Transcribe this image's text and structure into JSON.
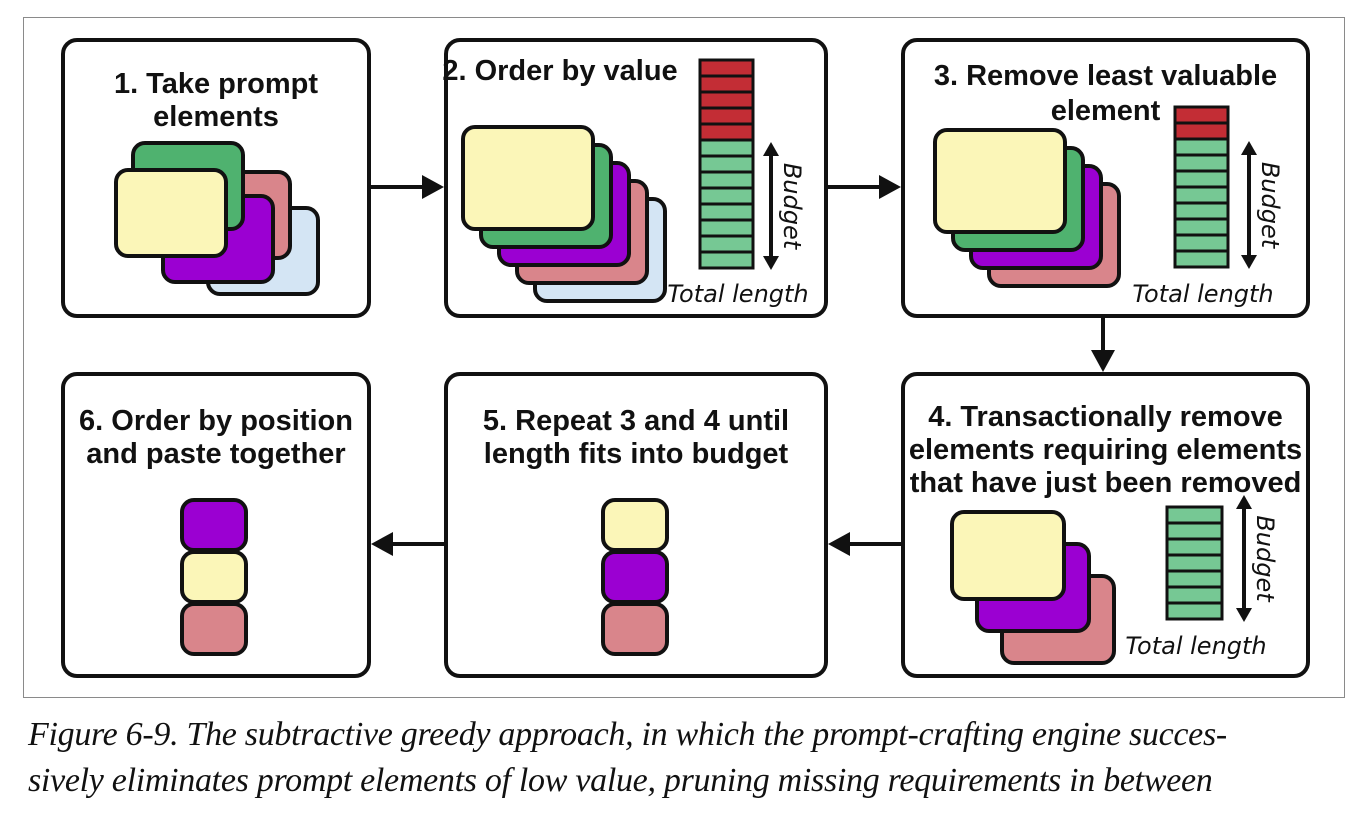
{
  "figure": {
    "caption_lines": [
      "Figure 6-9. The subtractive greedy approach, in which the prompt-crafting engine succes-",
      "sively eliminates prompt elements of low value, pruning missing requirements in between"
    ]
  },
  "colors": {
    "yellow": "#fbf6b8",
    "green": "#4fb26f",
    "purple": "#9b00d2",
    "pink": "#d9858b",
    "lightblue": "#d4e5f4",
    "bar_red": "#c32d35",
    "bar_green": "#76c894",
    "stroke": "#111111"
  },
  "panels": [
    {
      "id": "step-1",
      "title_lines": [
        "1. Take prompt",
        "elements"
      ],
      "cards": [
        "lightblue",
        "pink",
        "purple",
        "green",
        "yellow"
      ]
    },
    {
      "id": "step-2",
      "title_lines": [
        "2. Order by value"
      ],
      "cards": [
        "lightblue",
        "pink",
        "purple",
        "green",
        "yellow"
      ],
      "bar": {
        "red_segments": 5,
        "green_segments": 8
      },
      "budget_label": "Budget",
      "total_label": "Total length"
    },
    {
      "id": "step-3",
      "title_lines": [
        "3. Remove least valuable",
        "element"
      ],
      "cards": [
        "pink",
        "purple",
        "green",
        "yellow"
      ],
      "bar": {
        "red_segments": 2,
        "green_segments": 8
      },
      "budget_label": "Budget",
      "total_label": "Total length"
    },
    {
      "id": "step-4",
      "title_lines": [
        "4. Transactionally remove",
        "elements requiring elements",
        "that have just been removed"
      ],
      "cards": [
        "pink",
        "purple",
        "yellow"
      ],
      "bar": {
        "red_segments": 0,
        "green_segments": 7
      },
      "budget_label": "Budget",
      "total_label": "Total length"
    },
    {
      "id": "step-5",
      "title_lines": [
        "5. Repeat 3 and 4 until",
        "length fits into budget"
      ],
      "stack": [
        "yellow",
        "purple",
        "pink"
      ]
    },
    {
      "id": "step-6",
      "title_lines": [
        "6. Order by position",
        "and paste together"
      ],
      "stack": [
        "purple",
        "yellow",
        "pink"
      ]
    }
  ],
  "arrows": [
    {
      "from": "step-1",
      "to": "step-2",
      "direction": "right"
    },
    {
      "from": "step-2",
      "to": "step-3",
      "direction": "right"
    },
    {
      "from": "step-3",
      "to": "step-4",
      "direction": "down"
    },
    {
      "from": "step-4",
      "to": "step-5",
      "direction": "left"
    },
    {
      "from": "step-5",
      "to": "step-6",
      "direction": "left"
    }
  ]
}
